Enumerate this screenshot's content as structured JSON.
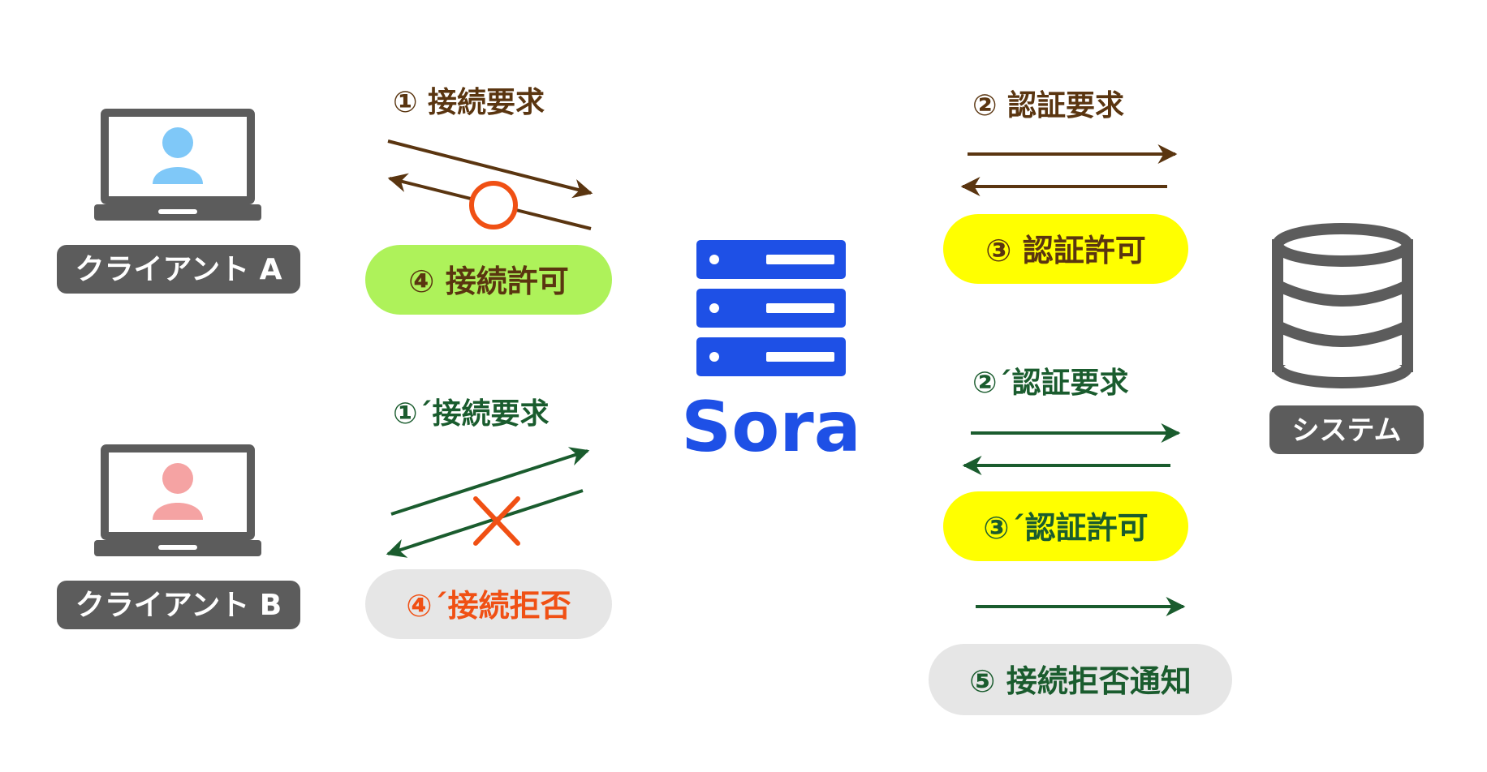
{
  "clients": {
    "a": {
      "label": "クライアント A",
      "avatar_color": "#7fc8f8"
    },
    "b": {
      "label": "クライアント B",
      "avatar_color": "#f5a3a3"
    }
  },
  "server": {
    "name": "Sora",
    "color": "#1e50e6"
  },
  "system": {
    "label": "システム"
  },
  "flow_a": {
    "connect_request": "① 接続要求",
    "connect_allow": "④ 接続許可",
    "auth_request": "② 認証要求",
    "auth_allow": "③ 認証許可",
    "color": "#5a3510",
    "status_icon": "circle-icon"
  },
  "flow_b": {
    "connect_request": "①´接続要求",
    "connect_reject": "④´接続拒否",
    "auth_request": "②´認証要求",
    "auth_allow": "③´認証許可",
    "reject_notice": "⑤ 接続拒否通知",
    "color": "#1a5c2e",
    "status_icon": "cross-icon"
  },
  "colors": {
    "pill_green": "#aef25a",
    "pill_yellow": "#ffff00",
    "pill_gray": "#e6e6e6",
    "reject_red": "#f05014",
    "badge_gray": "#5c5c5c"
  }
}
